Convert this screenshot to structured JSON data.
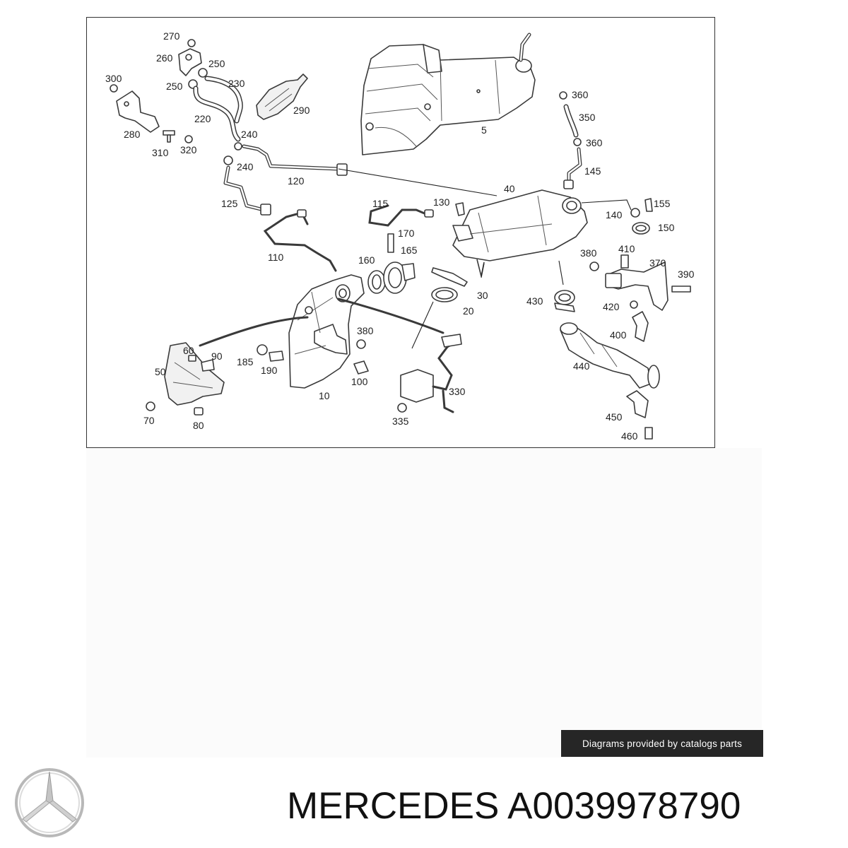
{
  "diagram": {
    "callouts": [
      {
        "id": "c270",
        "text": "270"
      },
      {
        "id": "c260",
        "text": "260"
      },
      {
        "id": "c250a",
        "text": "250"
      },
      {
        "id": "c300",
        "text": "300"
      },
      {
        "id": "c230",
        "text": "230"
      },
      {
        "id": "c250b",
        "text": "250"
      },
      {
        "id": "c290",
        "text": "290"
      },
      {
        "id": "c220",
        "text": "220"
      },
      {
        "id": "c240a",
        "text": "240"
      },
      {
        "id": "c280",
        "text": "280"
      },
      {
        "id": "c310",
        "text": "310"
      },
      {
        "id": "c320",
        "text": "320"
      },
      {
        "id": "c240b",
        "text": "240"
      },
      {
        "id": "c120",
        "text": "120"
      },
      {
        "id": "c125",
        "text": "125"
      },
      {
        "id": "c5",
        "text": "5"
      },
      {
        "id": "c360a",
        "text": "360"
      },
      {
        "id": "c350",
        "text": "350"
      },
      {
        "id": "c360b",
        "text": "360"
      },
      {
        "id": "c145",
        "text": "145"
      },
      {
        "id": "c40",
        "text": "40"
      },
      {
        "id": "c115",
        "text": "115"
      },
      {
        "id": "c130",
        "text": "130"
      },
      {
        "id": "c140",
        "text": "140"
      },
      {
        "id": "c155",
        "text": "155"
      },
      {
        "id": "c150",
        "text": "150"
      },
      {
        "id": "c170",
        "text": "170"
      },
      {
        "id": "c110",
        "text": "110"
      },
      {
        "id": "c160",
        "text": "160"
      },
      {
        "id": "c165",
        "text": "165"
      },
      {
        "id": "c380a",
        "text": "380"
      },
      {
        "id": "c410",
        "text": "410"
      },
      {
        "id": "c370",
        "text": "370"
      },
      {
        "id": "c390",
        "text": "390"
      },
      {
        "id": "c30",
        "text": "30"
      },
      {
        "id": "c430",
        "text": "430"
      },
      {
        "id": "c420",
        "text": "420"
      },
      {
        "id": "c20",
        "text": "20"
      },
      {
        "id": "c400",
        "text": "400"
      },
      {
        "id": "c380b",
        "text": "380"
      },
      {
        "id": "c60",
        "text": "60"
      },
      {
        "id": "c90",
        "text": "90"
      },
      {
        "id": "c185",
        "text": "185"
      },
      {
        "id": "c190",
        "text": "190"
      },
      {
        "id": "c440",
        "text": "440"
      },
      {
        "id": "c50",
        "text": "50"
      },
      {
        "id": "c100",
        "text": "100"
      },
      {
        "id": "c330",
        "text": "330"
      },
      {
        "id": "c10",
        "text": "10"
      },
      {
        "id": "c70",
        "text": "70"
      },
      {
        "id": "c335",
        "text": "335"
      },
      {
        "id": "c450",
        "text": "450"
      },
      {
        "id": "c80",
        "text": "80"
      },
      {
        "id": "c460",
        "text": "460"
      }
    ]
  },
  "credit_banner": "Diagrams provided by catalogs parts",
  "brand_line": "MERCEDES A0039978790",
  "brand_logo_icon": "mercedes-star-icon"
}
